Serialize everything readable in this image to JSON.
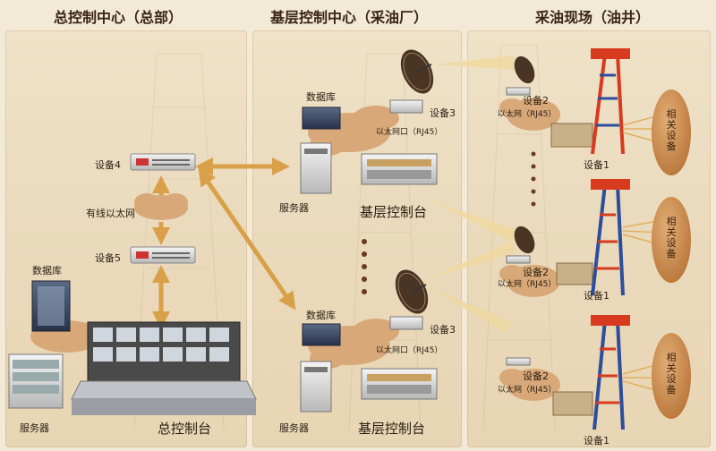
{
  "sections": {
    "hq": "总控制中心（总部）",
    "base": "基层控制中心（采油厂）",
    "field": "采油现场（油井）"
  },
  "hq": {
    "device4": "设备4",
    "network": "有线以太网",
    "device5": "设备5",
    "database": "数据库",
    "server": "服务器",
    "console": "总控制台"
  },
  "base_top": {
    "database": "数据库",
    "device3": "设备3",
    "ethernet_port": "以太网口（RJ45）",
    "server": "服务器",
    "console": "基层控制台"
  },
  "base_bottom": {
    "database": "数据库",
    "device3": "设备3",
    "ethernet_port": "以太网口（RJ45）",
    "server": "服务器",
    "console": "基层控制台"
  },
  "wells": [
    {
      "device2": "设备2",
      "ethernet": "以太网（RJ45）",
      "device1": "设备1",
      "related": "相关设备"
    },
    {
      "device2": "设备2",
      "ethernet": "以太网（RJ45）",
      "device1": "设备1",
      "related": "相关设备"
    },
    {
      "device2": "设备2",
      "ethernet": "以太网（RJ45）",
      "device1": "设备1",
      "related": "相关设备"
    }
  ],
  "colors": {
    "arrow": "#d9a04a",
    "cloud": "#d8a878",
    "derrick_red": "#d83a20",
    "derrick_blue": "#2c4e9c",
    "ellipse": "#c98a4e"
  }
}
